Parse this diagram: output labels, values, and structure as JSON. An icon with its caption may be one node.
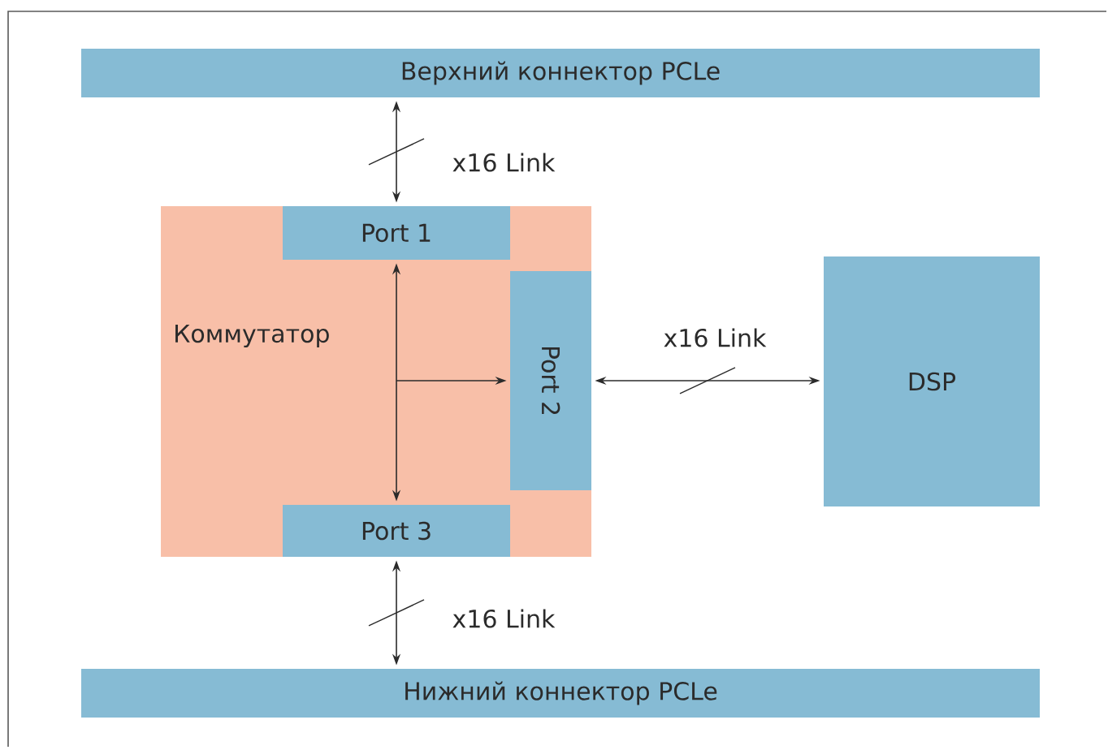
{
  "diagram": {
    "nodes": [
      {
        "text": [
          "Верхний коннектор PCLe"
        ]
      },
      {
        "text": [
          "Коммутатор"
        ]
      },
      {
        "text": [
          "Port 1"
        ],
        "in": 1
      },
      {
        "text": [
          "Port 2"
        ],
        "in": 1
      },
      {
        "text": [
          "Port 3"
        ],
        "in": 1
      },
      {
        "text": [
          "DSP"
        ]
      },
      {
        "text": [
          "Нижний коннектор PCLe"
        ]
      }
    ],
    "edges": [
      {
        "from": 0,
        "to": 2,
        "arrow": "both",
        "label": "x16 Link"
      },
      {
        "from": 2,
        "to": 4,
        "arrow": "both"
      },
      {
        "from": null,
        "to": 3,
        "arrow": "to"
      },
      {
        "from": 3,
        "to": 5,
        "arrow": "both",
        "label": "x16 Link"
      },
      {
        "from": 4,
        "to": 6,
        "arrow": "both",
        "label": "x16 Link"
      }
    ]
  }
}
